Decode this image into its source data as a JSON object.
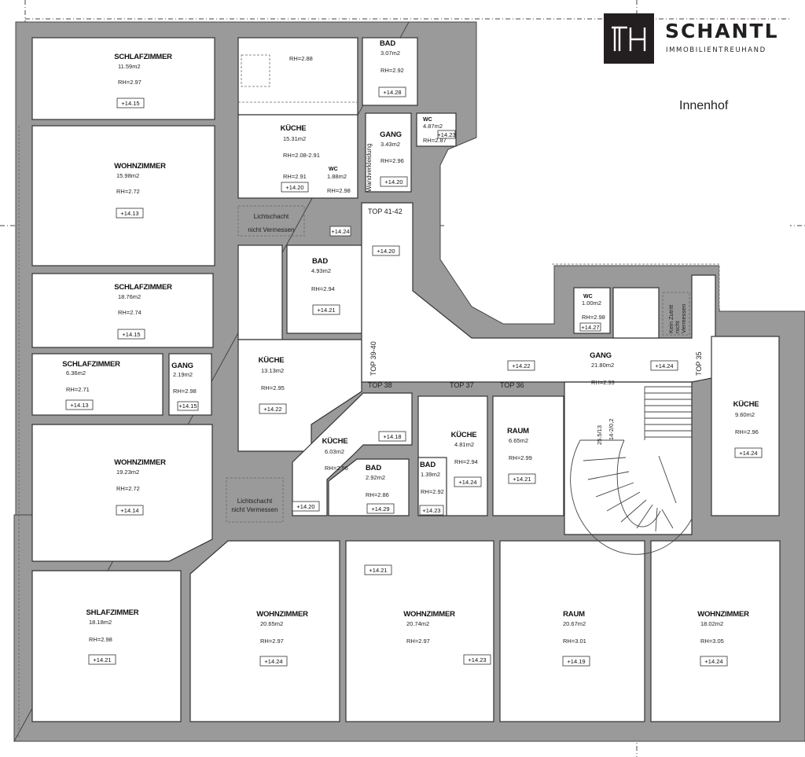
{
  "brand": {
    "name": "SCHANTL",
    "subtitle": "IMMOBILIENTREUHAND",
    "colors": {
      "mark": "#231f20",
      "wall": "#9a9a9a",
      "line": "#333333"
    }
  },
  "courtyard_label": "Innenhof",
  "unit_labels": [
    "TOP 41-42",
    "TOP 39-40",
    "TOP 38",
    "TOP 37",
    "TOP 36",
    "TOP 35"
  ],
  "notes": {
    "lightshaft_1": [
      "Lichtschacht",
      "nicht Vermessen"
    ],
    "lightshaft_2": [
      "Lichtschacht",
      "nicht Vermessen"
    ],
    "wall_cladding": "Wandverkleidung",
    "no_access": [
      "Kein Zutritt",
      "nicht",
      "Vermessen"
    ],
    "stair_dims": [
      "14-2/0,2",
      "25.5/13"
    ]
  },
  "rooms": [
    {
      "name": "SCHLAFZIMMER",
      "area": "11.59m2",
      "height": "RH=2.97",
      "level": "+14.15"
    },
    {
      "name": "",
      "area": "",
      "height": "RH=2.88",
      "level": ""
    },
    {
      "name": "BAD",
      "area": "3.07m2",
      "height": "RH=2.92",
      "level": "+14.28"
    },
    {
      "name": "WOHNZIMMER",
      "area": "15.98m2",
      "height": "RH=2.72",
      "level": "+14.13"
    },
    {
      "name": "KÜCHE",
      "area": "15.31m2",
      "height": "RH=2.08-2.91",
      "level": "+14.20",
      "extra": "RH=2.91"
    },
    {
      "name": "WC",
      "area": "1.88m2",
      "height": "RH=2.98",
      "level": ""
    },
    {
      "name": "WC",
      "area": "4.87m2",
      "height": "RH=2.87",
      "level": "+14.23"
    },
    {
      "name": "GANG",
      "area": "3.43m2",
      "height": "RH=2.96",
      "level": "+14.20"
    },
    {
      "name": "",
      "area": "",
      "height": "",
      "level": "+14.24"
    },
    {
      "name": "",
      "area": "",
      "height": "",
      "level": "+14.20"
    },
    {
      "name": "BAD",
      "area": "4.93m2",
      "height": "RH=2.94",
      "level": "+14.21"
    },
    {
      "name": "SCHLAFZIMMER",
      "area": "18.76m2",
      "height": "RH=2.74",
      "level": "+14.15"
    },
    {
      "name": "SCHLAFZIMMER",
      "area": "6.36m2",
      "height": "RH=2.71",
      "level": "+14.13"
    },
    {
      "name": "GANG",
      "area": "2.19m2",
      "height": "RH=2.98",
      "level": "+14.15"
    },
    {
      "name": "KÜCHE",
      "area": "13.13m2",
      "height": "RH=2.95",
      "level": "+14.22"
    },
    {
      "name": "WC",
      "area": "1.00m2",
      "height": "RH=2.98",
      "level": "+14.27"
    },
    {
      "name": "GANG",
      "area": "21.80m2",
      "height": "RH=2.99",
      "level": "+14.22",
      "extra": "+14.24"
    },
    {
      "name": "KÜCHE",
      "area": "9.60m2",
      "height": "RH=2.96",
      "level": "+14.24"
    },
    {
      "name": "KÜCHE",
      "area": "6.03m2",
      "height": "RH=2.96",
      "level": "+14.20",
      "extra": "+14.18"
    },
    {
      "name": "BAD",
      "area": "2.92m2",
      "height": "RH=2.86",
      "level": "+14.29"
    },
    {
      "name": "KÜCHE",
      "area": "4.81m2",
      "height": "RH=2.94",
      "level": "+14.24"
    },
    {
      "name": "BAD",
      "area": "1.39m2",
      "height": "RH=2.92",
      "level": "+14.23"
    },
    {
      "name": "RAUM",
      "area": "6.65m2",
      "height": "RH=2.99",
      "level": "+14.21"
    },
    {
      "name": "WOHNZIMMER",
      "area": "19.23m2",
      "height": "RH=2.72",
      "level": "+14.14"
    },
    {
      "name": "SHLAFZIMMER",
      "area": "18.18m2",
      "height": "RH=2.98",
      "level": "+14.21"
    },
    {
      "name": "WOHNZIMMER",
      "area": "20.65m2",
      "height": "RH=2.97",
      "level": "+14.24"
    },
    {
      "name": "WOHNZIMMER",
      "area": "20.74m2",
      "height": "RH=2.97",
      "level": "+14.23",
      "extra": "+14.21"
    },
    {
      "name": "RAUM",
      "area": "20.67m2",
      "height": "RH=3.01",
      "level": "+14.19"
    },
    {
      "name": "WOHNZIMMER",
      "area": "18.02m2",
      "height": "RH=3.05",
      "level": "+14.24"
    }
  ]
}
